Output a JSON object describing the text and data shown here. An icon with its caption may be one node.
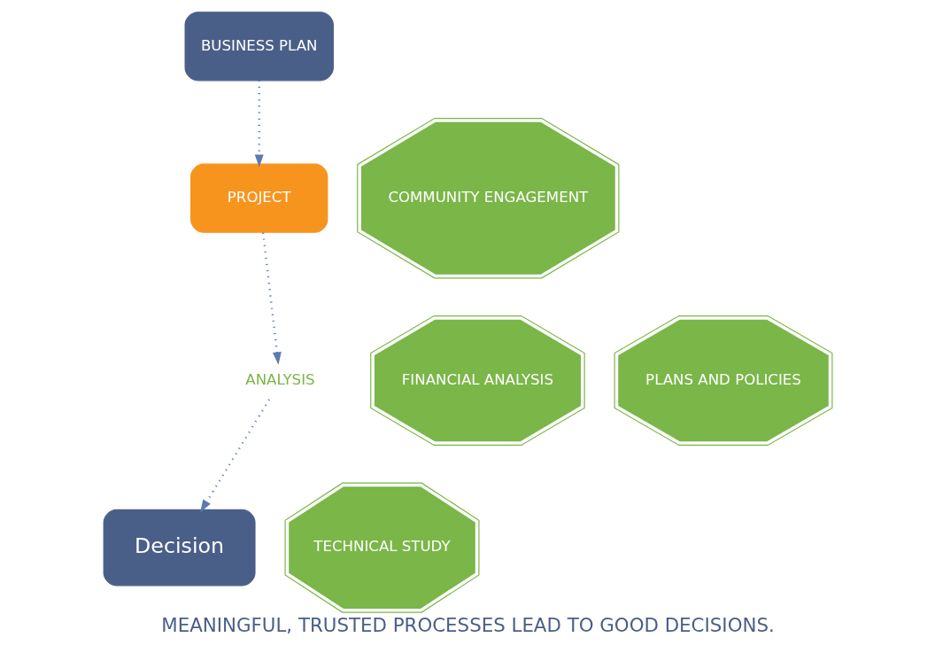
{
  "diagram": {
    "caption": "MEANINGFUL, TRUSTED PROCESSES LEAD TO GOOD DECISIONS.",
    "nodes": [
      {
        "text": [
          "BUSINESS PLAN"
        ]
      },
      {
        "text": [
          "PROJECT"
        ]
      },
      {
        "text": [
          "Decision"
        ]
      },
      {
        "text": [
          "COMMUNITY ENGAGEMENT"
        ]
      },
      {
        "text": [
          "FINANCIAL ANALYSIS"
        ]
      },
      {
        "text": [
          "ANALYSIS"
        ]
      },
      {
        "text": [
          "PLANS AND POLICIES"
        ]
      },
      {
        "text": [
          "TECHNICAL STUDY"
        ]
      }
    ],
    "edges": [
      {
        "from": 0,
        "to": 1,
        "arrow": "to",
        "style": "dashed"
      },
      {
        "from": 1,
        "to": 5,
        "arrow": "to",
        "style": "dashed"
      },
      {
        "from": 5,
        "to": 2,
        "arrow": "to",
        "style": "dashed"
      }
    ]
  }
}
